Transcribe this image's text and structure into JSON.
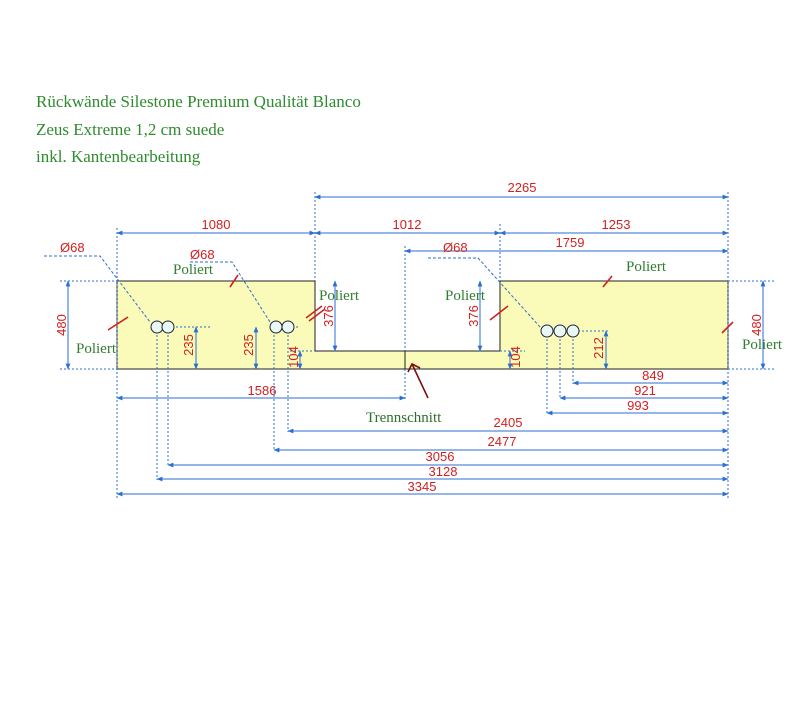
{
  "header": {
    "line1": "Rückwände Silestone Premium Qualität Blanco",
    "line2": "Zeus Extreme 1,2 cm suede",
    "line3": "inkl. Kantenbearbeitung"
  },
  "dimensions": {
    "overall": "2265",
    "left_width": "1080",
    "middle_width": "1012",
    "right_width": "1253",
    "right_from_mid": "1759",
    "height_left": "480",
    "height_right": "480",
    "notch_height_left": "376",
    "notch_height_right": "376",
    "low_strip_left": "104",
    "low_strip_right": "104",
    "hole_height_1": "235",
    "hole_height_2": "235",
    "hole_height_3": "212",
    "d_849": "849",
    "d_921": "921",
    "d_993": "993",
    "d_1586": "1586",
    "d_2405": "2405",
    "d_2477": "2477",
    "d_3056": "3056",
    "d_3128": "3128",
    "d_3345": "3345"
  },
  "holes": {
    "label_1": "Ø68",
    "label_2": "Ø68",
    "label_3": "Ø68"
  },
  "labels": {
    "poliert_left": "Poliert",
    "poliert_top_left": "Poliert",
    "poliert_notch_left": "Poliert",
    "poliert_notch_right": "Poliert",
    "poliert_top_right": "Poliert",
    "poliert_right": "Poliert",
    "trennschnitt": "Trennschnitt"
  }
}
